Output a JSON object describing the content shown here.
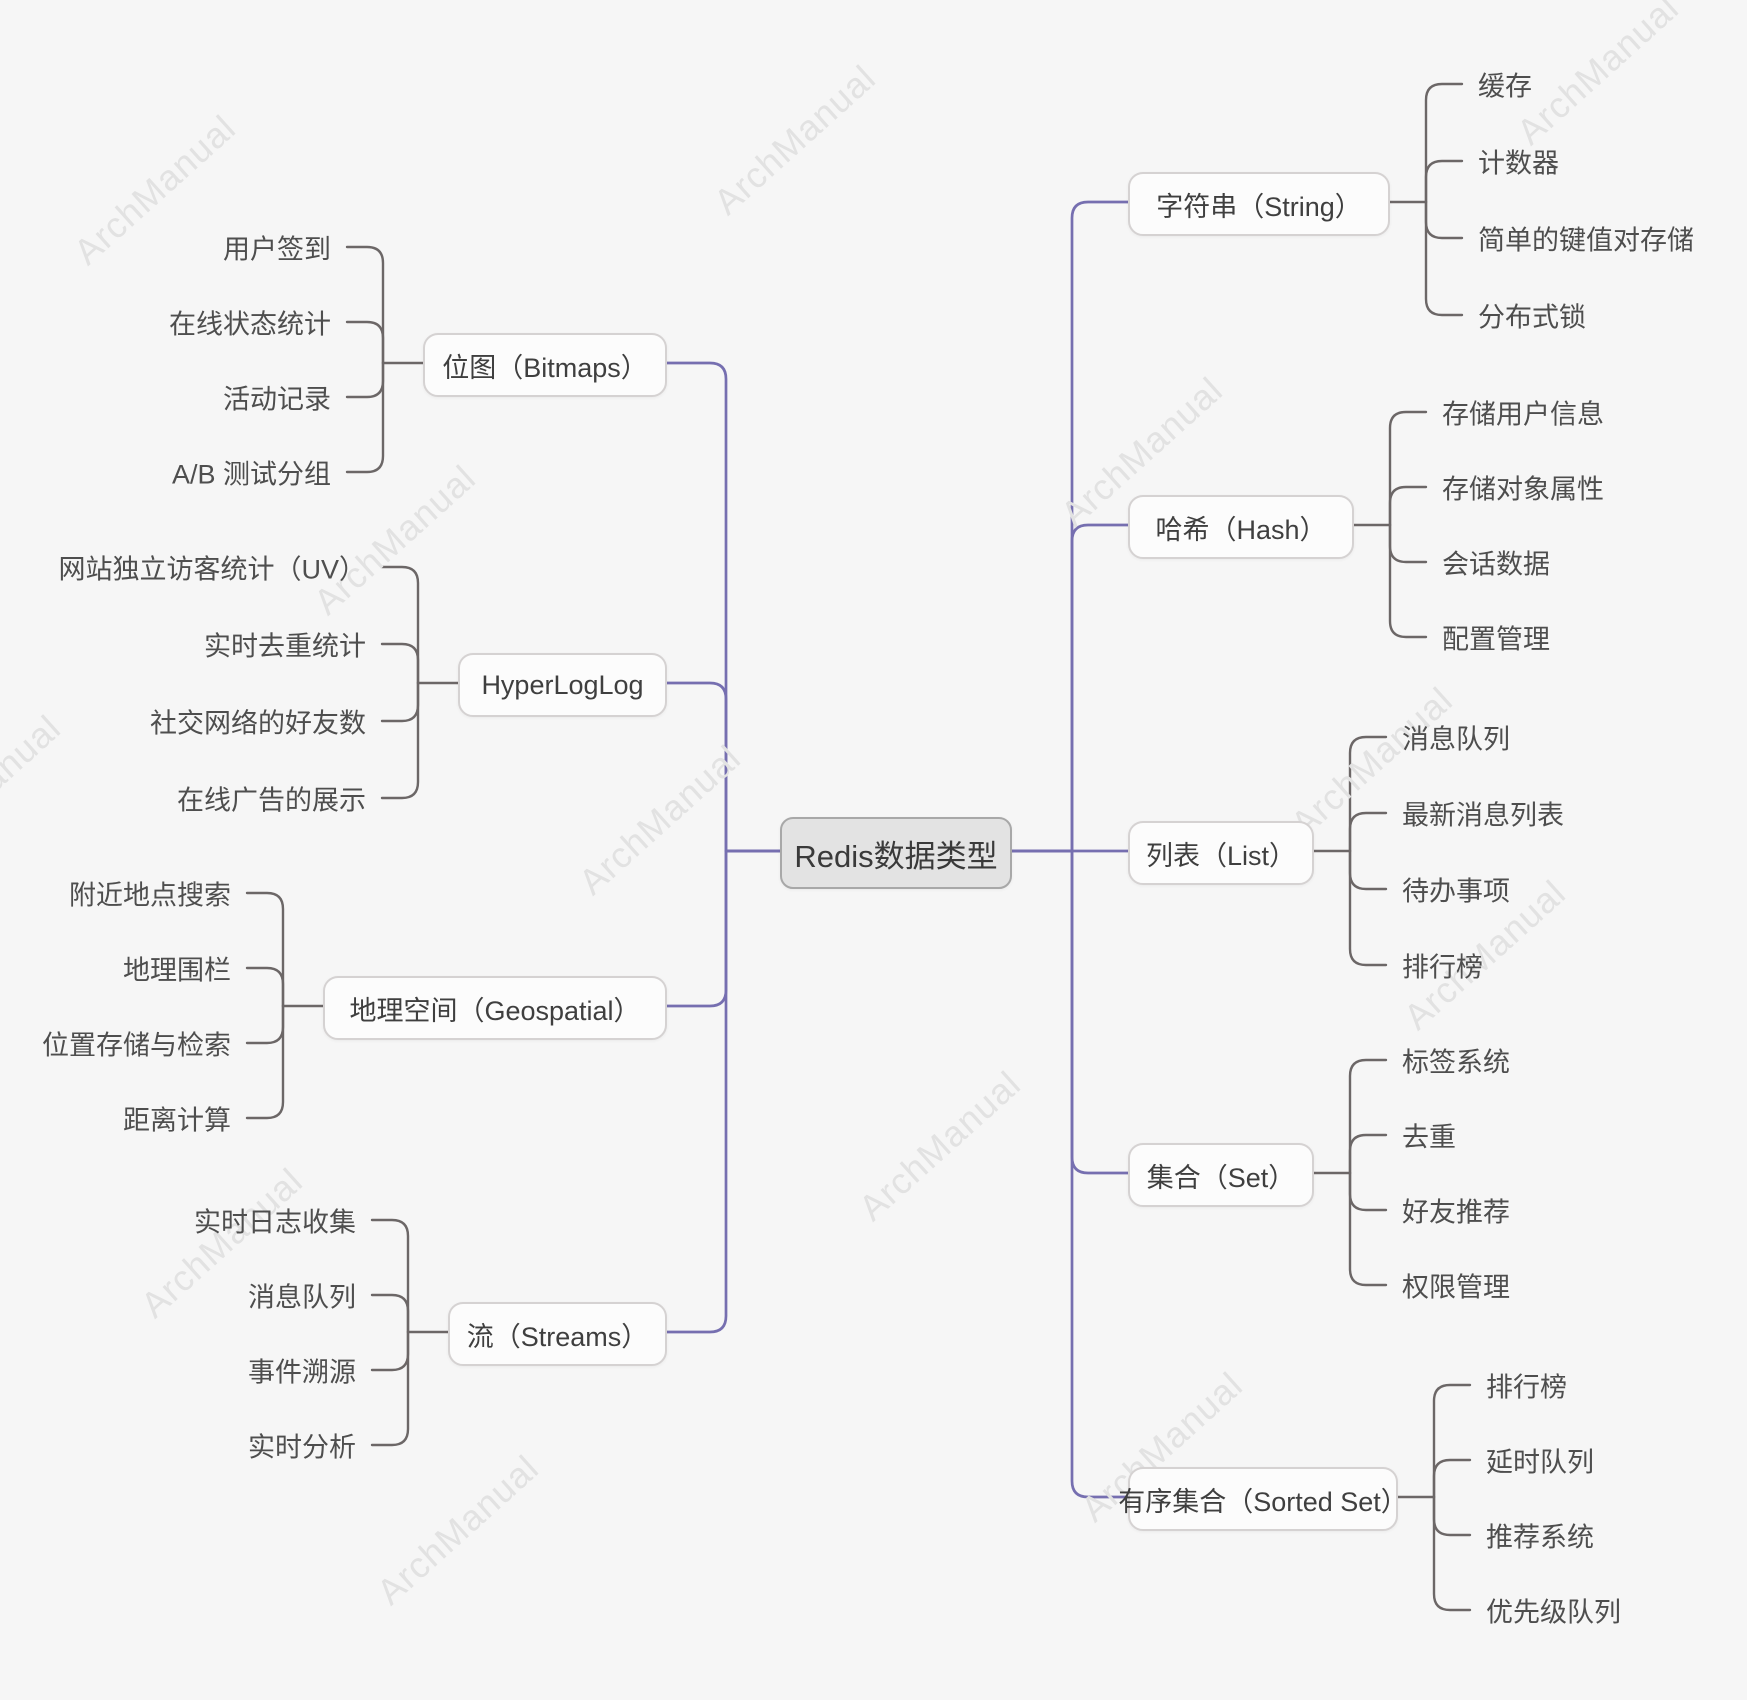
{
  "watermark": {
    "text": "ArchManual"
  },
  "root": {
    "label": "Redis数据类型"
  },
  "left_branches": [
    {
      "label": "位图（Bitmaps）",
      "children": [
        "用户签到",
        "在线状态统计",
        "活动记录",
        "A/B 测试分组"
      ]
    },
    {
      "label": "HyperLogLog",
      "children": [
        "网站独立访客统计（UV）",
        "实时去重统计",
        "社交网络的好友数",
        "在线广告的展示"
      ]
    },
    {
      "label": "地理空间（Geospatial）",
      "children": [
        "附近地点搜索",
        "地理围栏",
        "位置存储与检索",
        "距离计算"
      ]
    },
    {
      "label": "流（Streams）",
      "children": [
        "实时日志收集",
        "消息队列",
        "事件溯源",
        "实时分析"
      ]
    }
  ],
  "right_branches": [
    {
      "label": "字符串（String）",
      "children": [
        "缓存",
        "计数器",
        "简单的键值对存储",
        "分布式锁"
      ]
    },
    {
      "label": "哈希（Hash）",
      "children": [
        "存储用户信息",
        "存储对象属性",
        "会话数据",
        "配置管理"
      ]
    },
    {
      "label": "列表（List）",
      "children": [
        "消息队列",
        "最新消息列表",
        "待办事项",
        "排行榜"
      ]
    },
    {
      "label": "集合（Set）",
      "children": [
        "标签系统",
        "去重",
        "好友推荐",
        "权限管理"
      ]
    },
    {
      "label": "有序集合（Sorted Set）",
      "children": [
        "排行榜",
        "延时队列",
        "推荐系统",
        "优先级队列"
      ]
    }
  ],
  "colors": {
    "background": "#f6f6f6",
    "branch_line": "#766fb0",
    "leaf_line": "#6c6767",
    "node_fill": "#fcfcfc",
    "node_border": "#d5d2d2",
    "root_fill": "#e3e3e3",
    "root_border": "#a8a8a8",
    "watermark": "#e2e2e2"
  }
}
